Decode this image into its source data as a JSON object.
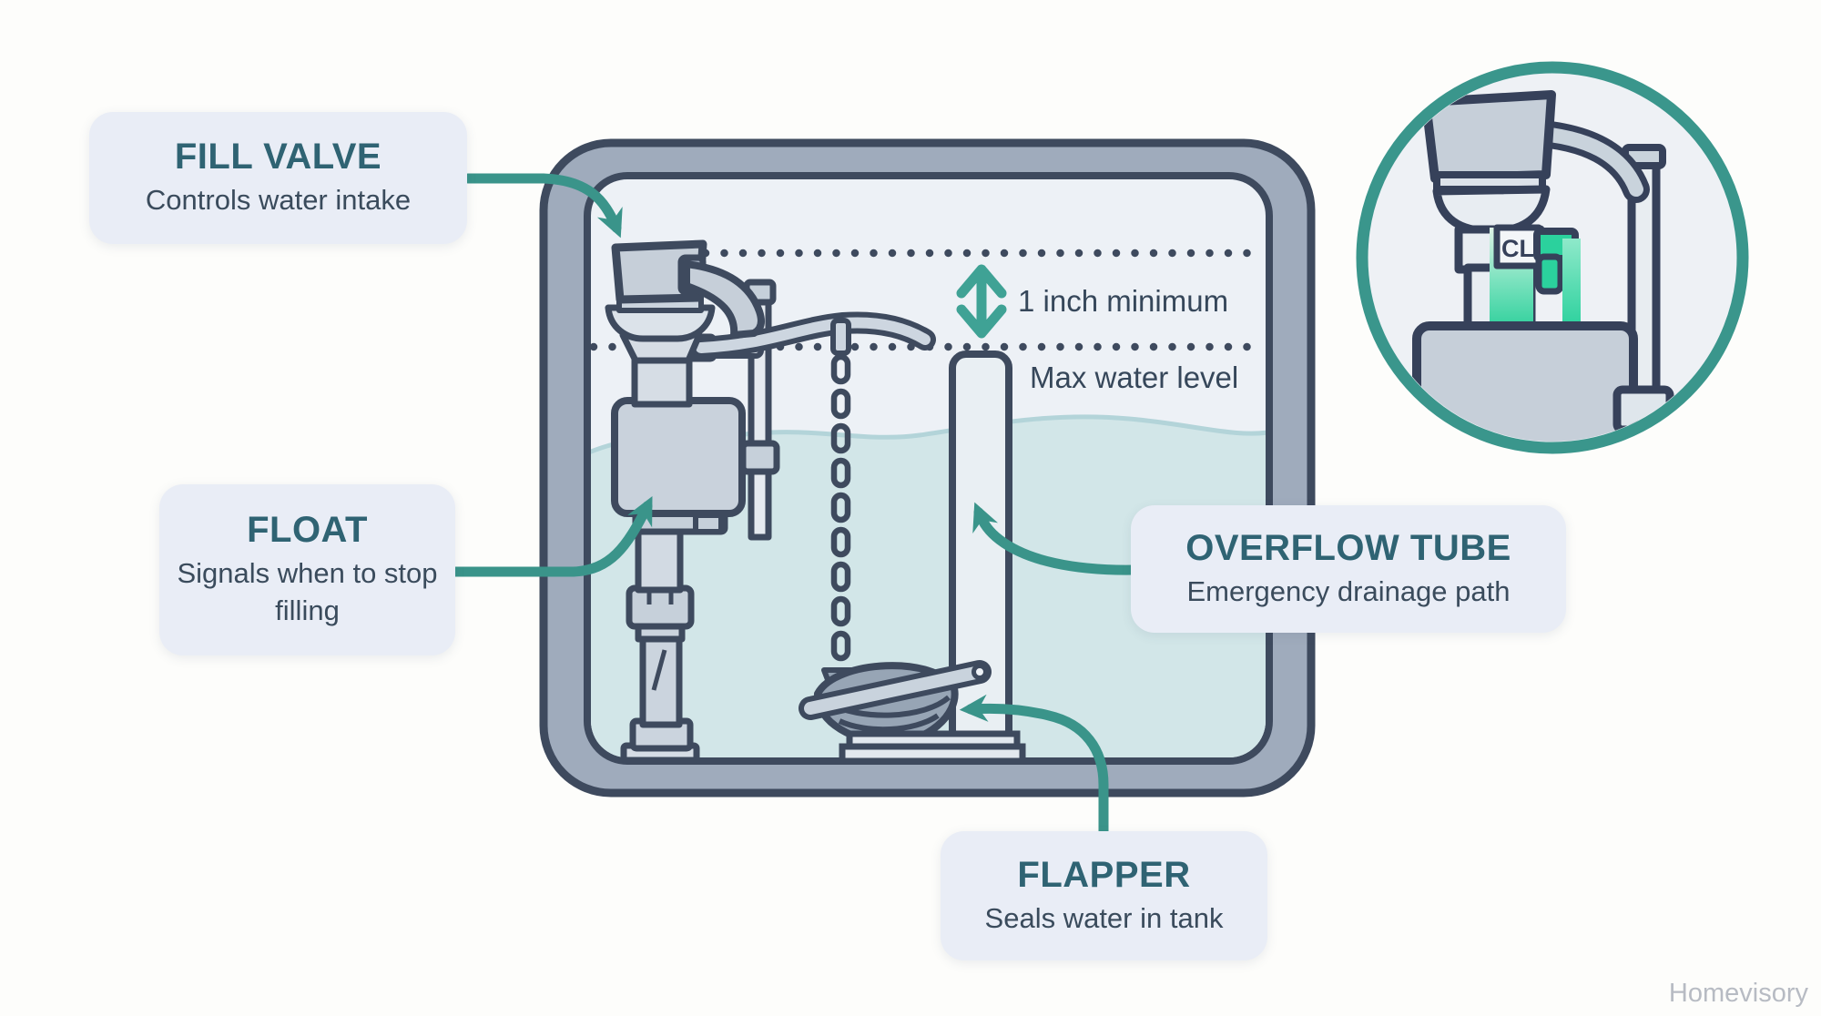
{
  "page": {
    "watermark": "Homevisory"
  },
  "colors": {
    "accent_teal": "#3A948A",
    "measure_arrow_teal": "#3FA295",
    "inset_ring_teal": "#3A968C",
    "label_bg": "#E9EDF6",
    "label_title": "#2F6373",
    "label_text": "#3A4B5C",
    "outline": "#3E4A5E",
    "tank_wall": "#9FABBC",
    "tank_interior": "#EDF1F6",
    "water": "#D2E6E8",
    "hardware_gray": "#C6D0DA",
    "highlight_green": "#2BD19D"
  },
  "labels": {
    "fill_valve": {
      "title": "FILL VALVE",
      "subtitle": "Controls water intake"
    },
    "float": {
      "title": "FLOAT",
      "subtitle": "Signals when to stop filling"
    },
    "overflow_tube": {
      "title": "OVERFLOW TUBE",
      "subtitle": "Emergency drainage path"
    },
    "flapper": {
      "title": "FLAPPER",
      "subtitle": "Seals water in tank"
    }
  },
  "annotations": {
    "gap_label": "1 inch minimum",
    "max_water_label": "Max water level",
    "inset_marking": "CL"
  }
}
